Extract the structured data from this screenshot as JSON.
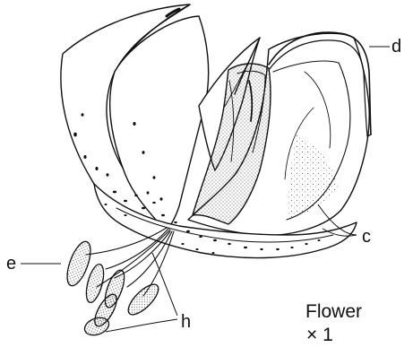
{
  "labels": {
    "d": "d",
    "c": "c",
    "e": "e",
    "h": "h"
  },
  "caption": {
    "title": "Flower",
    "scale": "× 1"
  },
  "colors": {
    "ink": "#111111",
    "paper": "#ffffff"
  }
}
